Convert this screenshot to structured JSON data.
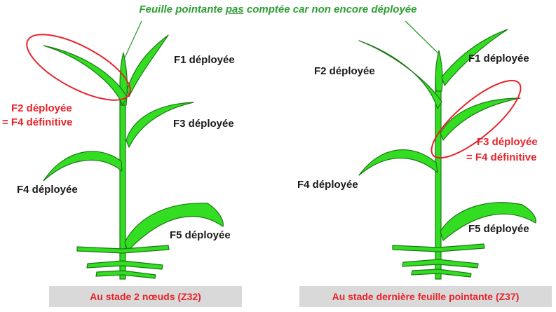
{
  "note": {
    "before": "Feuille pointante ",
    "underlined": "pas",
    "after": " comptée car non encore déployée"
  },
  "left_plant": {
    "f1": "F1 déployée",
    "f2_line1": "F2 déployée",
    "f2_line2": "= F4 définitive",
    "f3": "F3 déployée",
    "f4": "F4 déployée",
    "f5": "F5 déployée",
    "caption": "Au stade 2 nœuds (Z32)"
  },
  "right_plant": {
    "f1": "F1 déployée",
    "f2": "F2 déployée",
    "f3_line1": "F3 déployée",
    "f3_line2": "= F4 définitive",
    "f4": "F4 déployée",
    "f5": "F5 déployée",
    "caption": "Au stade dernière feuille pointante (Z37)"
  },
  "colors": {
    "leaf": "#33dd22",
    "leaf_outline": "#1a7a14",
    "note": "#2e9e34",
    "highlight": "#e8232a",
    "caption_bg": "#d9d9d9"
  }
}
